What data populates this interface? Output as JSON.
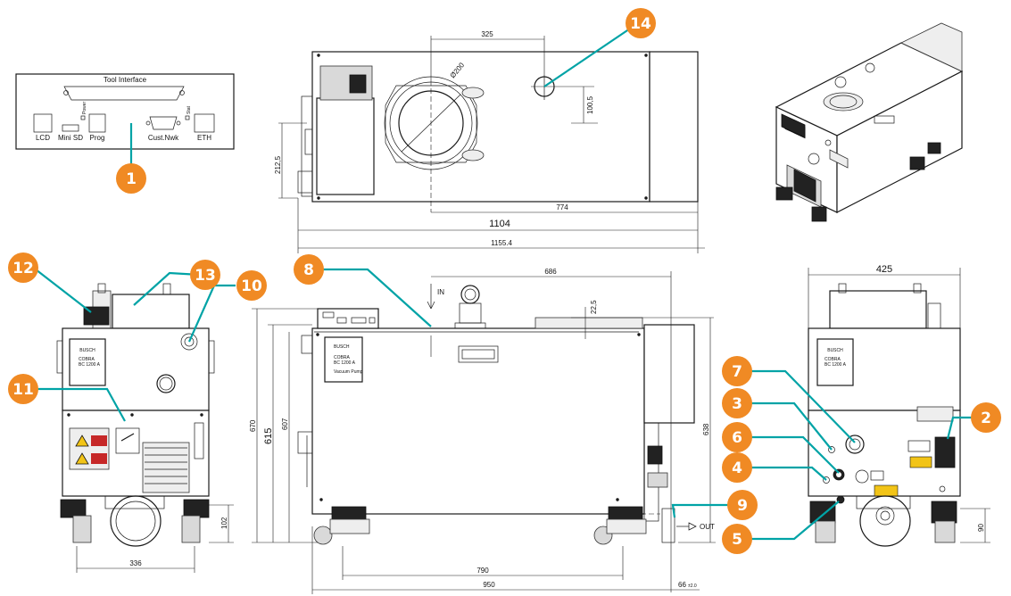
{
  "tool_interface": {
    "title": "Tool Interface",
    "ports": [
      "LCD",
      "Mini SD",
      "Prog",
      "Cust.Nwk",
      "ETH"
    ],
    "side_labels": [
      "Power",
      "Stat"
    ]
  },
  "nameplate": {
    "brand": "BUSCH",
    "model_line1": "COBRA",
    "model_line2": "BC 1200 A",
    "subtitle": "Vacuum Pump"
  },
  "top_view_dims": {
    "d325": "325",
    "d200": "Ø200",
    "d100_5": "100,5",
    "d212_5": "212,5",
    "d774": "774",
    "d1104": "1104",
    "d1155_4": "1155.4"
  },
  "side_view_dims": {
    "d686": "686",
    "d22_5": "22,5",
    "d670": "670",
    "d615": "615",
    "d607": "607",
    "d638": "638",
    "d790": "790",
    "d950": "950",
    "d66": "66",
    "d66_tol": "±2.0",
    "in_label": "IN",
    "out_label": "OUT"
  },
  "front_view_dims": {
    "d336": "336",
    "d102": "102"
  },
  "rear_view_dims": {
    "d425": "425",
    "d90": "90"
  },
  "callouts": [
    "1",
    "2",
    "3",
    "4",
    "5",
    "6",
    "7",
    "8",
    "9",
    "10",
    "11",
    "12",
    "13",
    "14"
  ],
  "colors": {
    "callout": "#f08a24",
    "leader": "#00a3a6",
    "ink": "#1a1a1a"
  },
  "icons": [
    "warning-icon"
  ]
}
